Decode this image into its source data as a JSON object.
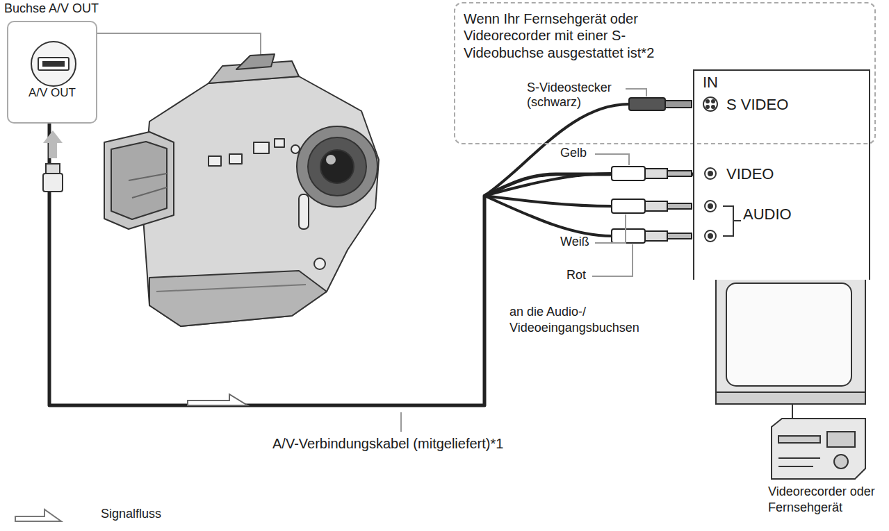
{
  "diagram": {
    "nodes": [
      {
        "text": [
          "Buchse A/V OUT",
          "A/V OUT"
        ]
      },
      {
        "text": [
          "Wenn Ihr Fernsehgerät oder Videorecorder mit einer S-Videobuchse ausgestattet ist*2"
        ]
      },
      {
        "text": [
          "IN",
          "S VIDEO",
          "VIDEO",
          "AUDIO"
        ]
      }
    ],
    "edges": [
      {
        "from": 0,
        "to": 2,
        "arrow": "none",
        "label": "A/V-Verbindungskabel (mitgeliefert)*1"
      }
    ],
    "labels": [
      "S-Videostecker (schwarz)",
      "Gelb",
      "Weiß",
      "Rot",
      "an die Audio-/ Videoeingangsbuchsen",
      "Videorecorder oder Fernsehgerät"
    ],
    "legend": [
      {
        "text": "Signalfluss"
      }
    ]
  }
}
